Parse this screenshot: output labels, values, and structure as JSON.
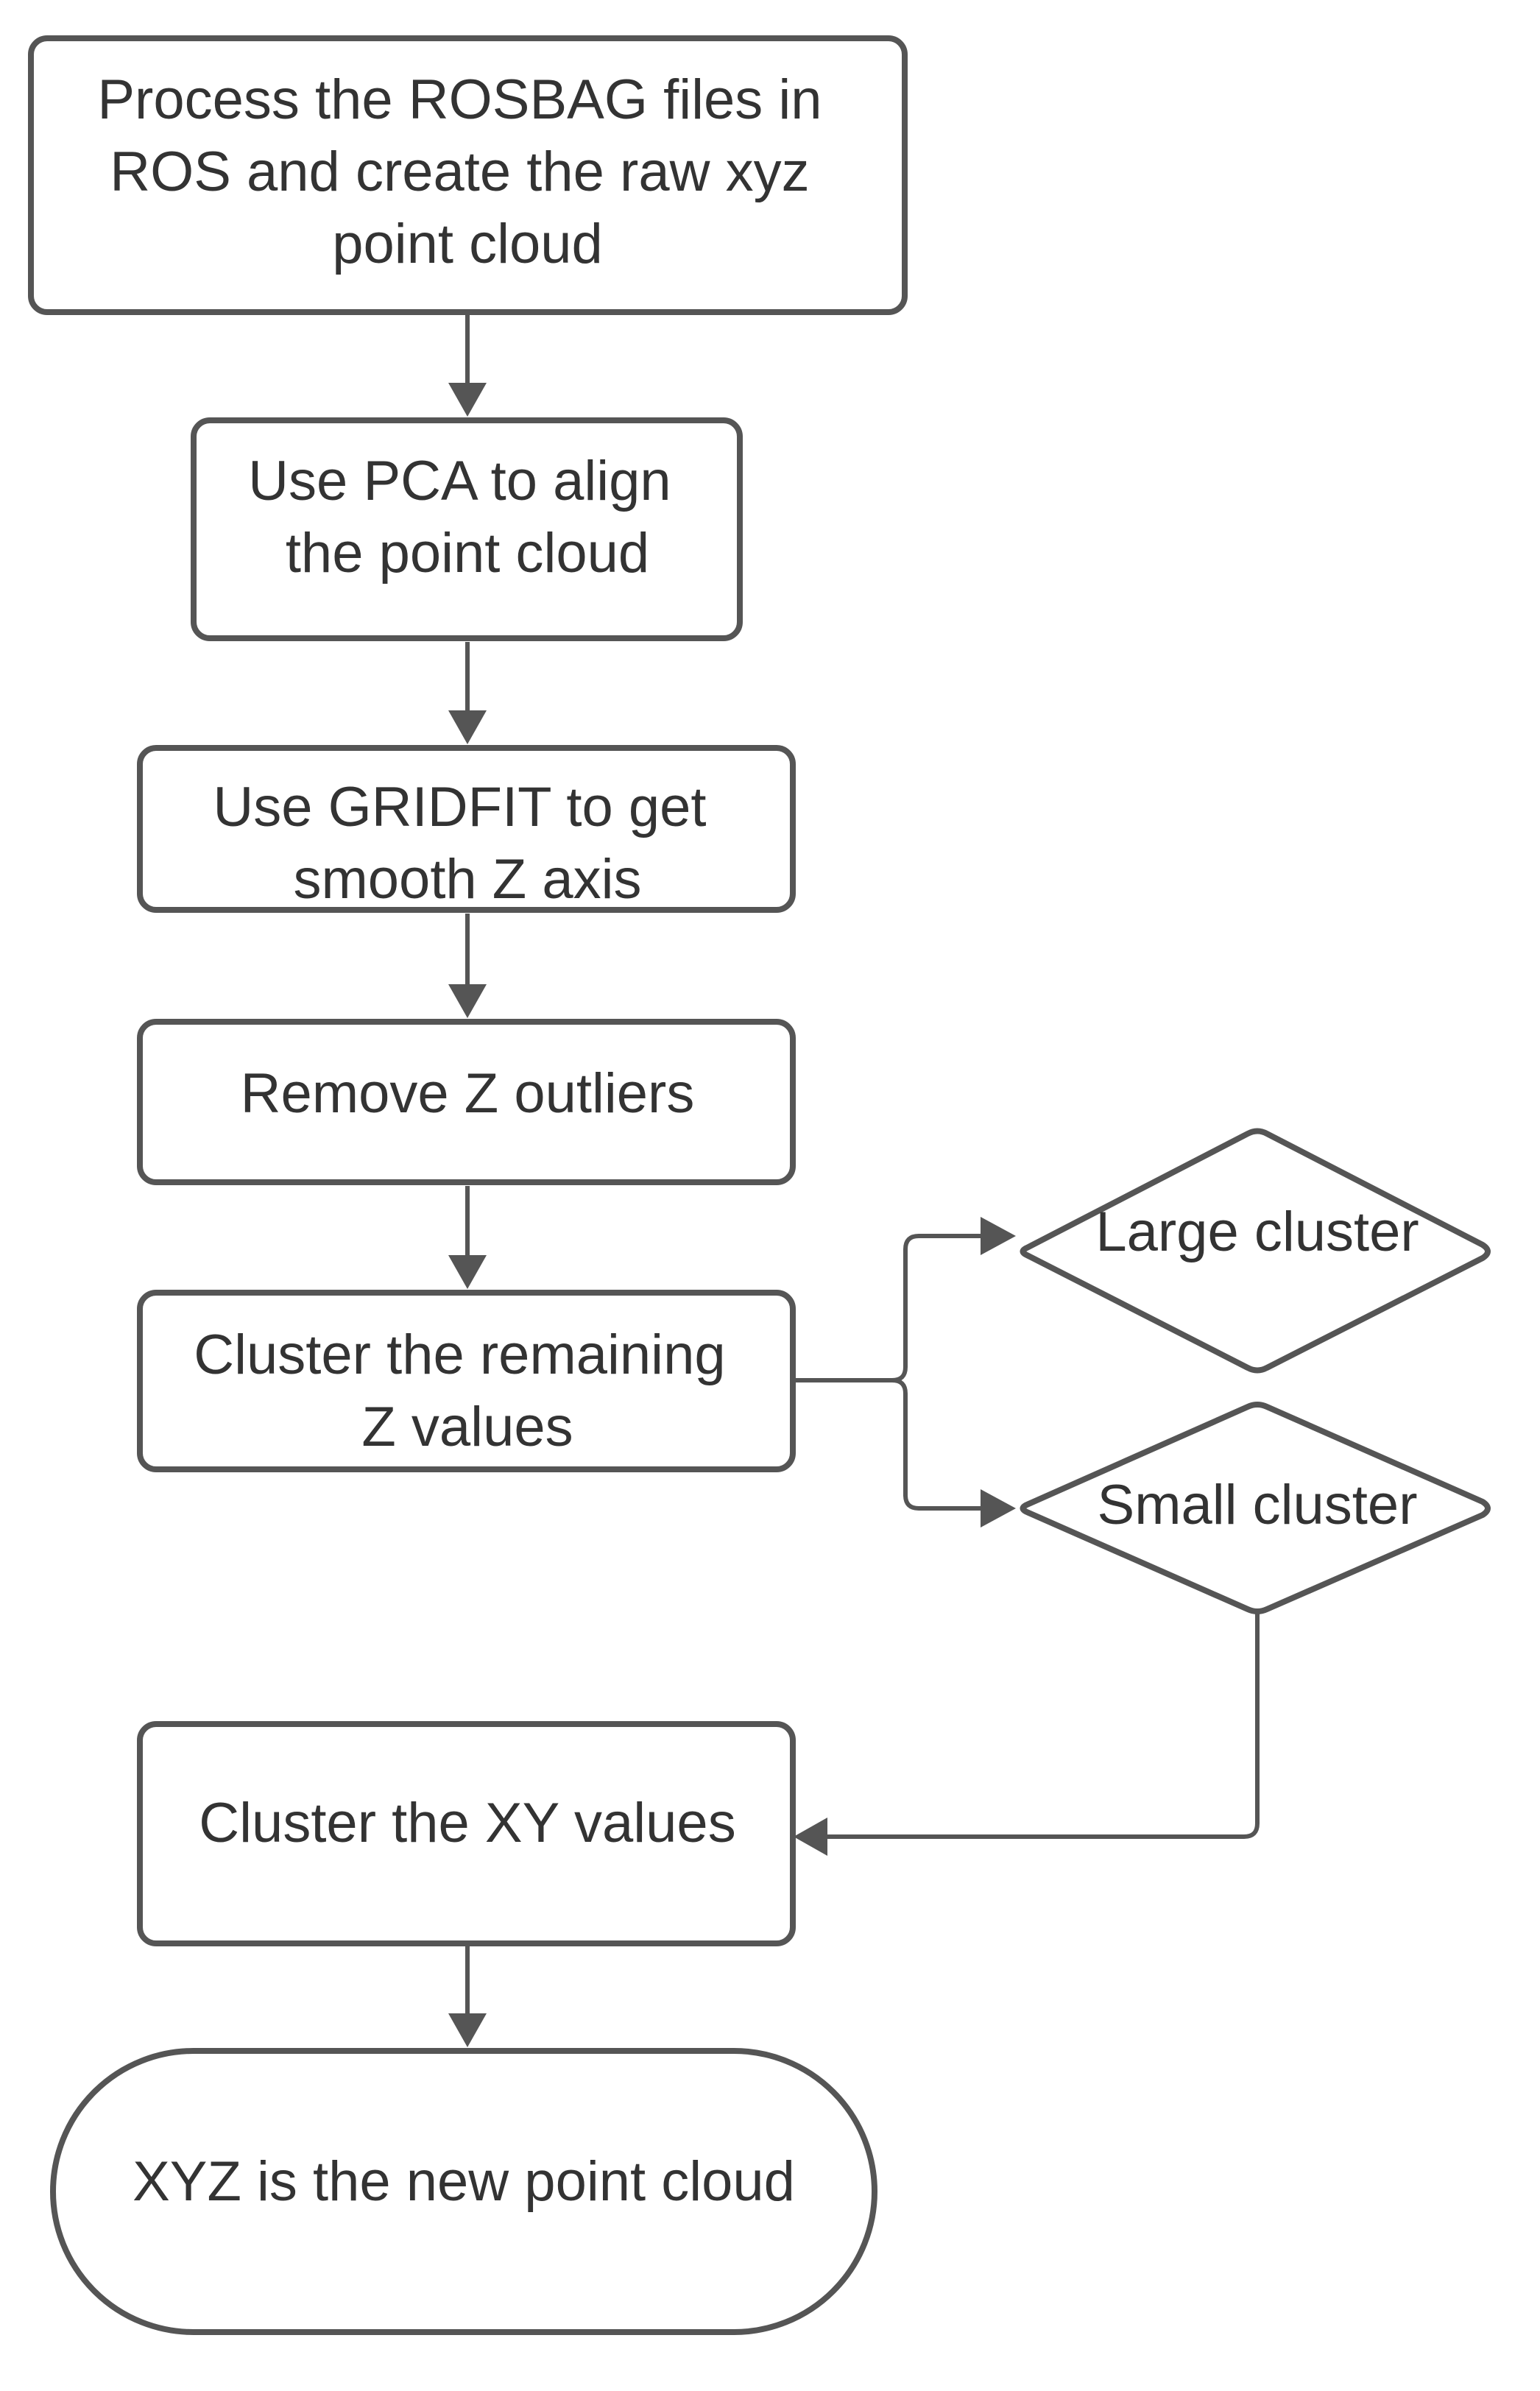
{
  "diagram": {
    "type": "flowchart",
    "colors": {
      "stroke": "#555555",
      "text": "#333333",
      "fill": "#ffffff"
    },
    "nodes": {
      "process_rosbag": {
        "shape": "rectangle",
        "lines": [
          "Process the ROSBAG files in",
          "ROS and create the raw xyz",
          "point cloud"
        ]
      },
      "pca_align": {
        "shape": "rectangle",
        "lines": [
          "Use PCA to align",
          "the point cloud"
        ]
      },
      "gridfit": {
        "shape": "rectangle",
        "lines": [
          "Use GRIDFIT to get",
          "smooth Z axis"
        ]
      },
      "remove_outliers": {
        "shape": "rectangle",
        "lines": [
          "Remove Z outliers"
        ]
      },
      "cluster_z": {
        "shape": "rectangle",
        "lines": [
          "Cluster the remaining",
          "Z values"
        ]
      },
      "large_cluster": {
        "shape": "diamond",
        "lines": [
          "Large cluster"
        ]
      },
      "small_cluster": {
        "shape": "diamond",
        "lines": [
          "Small cluster"
        ]
      },
      "cluster_xy": {
        "shape": "rectangle",
        "lines": [
          "Cluster the XY values"
        ]
      },
      "new_point_cloud": {
        "shape": "terminator",
        "lines": [
          "XYZ is the new point cloud"
        ]
      }
    },
    "edges": [
      {
        "from": "process_rosbag",
        "to": "pca_align"
      },
      {
        "from": "pca_align",
        "to": "gridfit"
      },
      {
        "from": "gridfit",
        "to": "remove_outliers"
      },
      {
        "from": "remove_outliers",
        "to": "cluster_z"
      },
      {
        "from": "cluster_z",
        "to": "large_cluster"
      },
      {
        "from": "cluster_z",
        "to": "small_cluster"
      },
      {
        "from": "small_cluster",
        "to": "cluster_xy"
      },
      {
        "from": "cluster_xy",
        "to": "new_point_cloud"
      }
    ]
  }
}
